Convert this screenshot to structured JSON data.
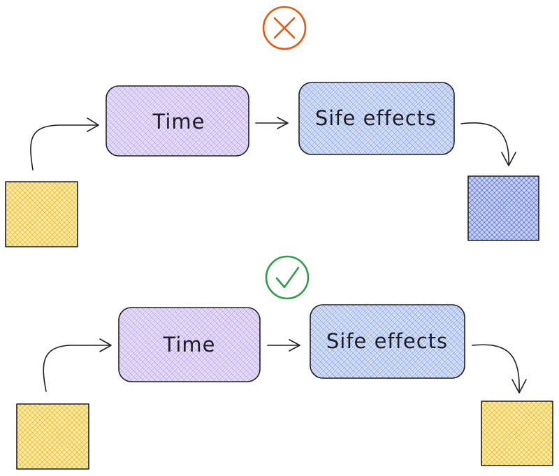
{
  "colors": {
    "time_fill": "#d0bfff",
    "time_hatch": "#9c80e0",
    "side_fill": "#a5bdf5",
    "side_hatch": "#5f7fe0",
    "yellow_fill": "#ffd85c",
    "yellow_hatch": "#e0a800",
    "blue_fill": "#7f94e8",
    "blue_hatch": "#3450c8",
    "wrong_mark": "#e8590c",
    "right_mark": "#2f9e44",
    "ink": "#1e1e1e"
  },
  "top_row": {
    "status_icon": "x-circle-icon",
    "time_label": "Time",
    "side_effects_label": "Sife effects",
    "input_shape": "yellow-square",
    "output_shape": "blue-square"
  },
  "bottom_row": {
    "status_icon": "check-circle-icon",
    "time_label": "Time",
    "side_effects_label": "Sife effects",
    "input_shape": "yellow-square",
    "output_shape": "yellow-square"
  }
}
